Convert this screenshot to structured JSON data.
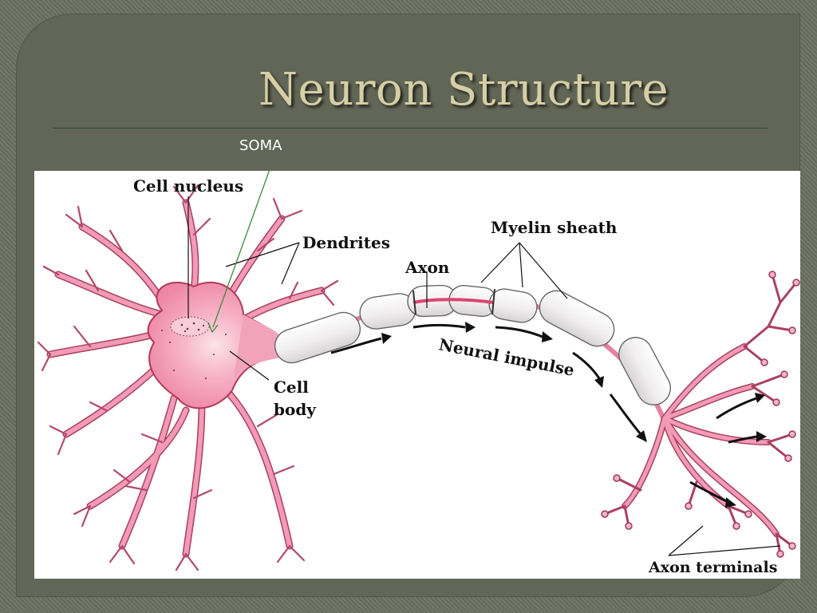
{
  "slide": {
    "title": "Neuron Structure",
    "soma_label": "SOMA"
  },
  "diagram": {
    "labels": {
      "cell_nucleus": "Cell nucleus",
      "dendrites": "Dendrites",
      "axon": "Axon",
      "myelin_sheath": "Myelin sheath",
      "neural_impulse": "Neural impulse",
      "cell": "Cell",
      "body": "body",
      "axon_terminals": "Axon terminals"
    }
  },
  "colors": {
    "background": "#6c705f",
    "frame": "#626656",
    "title": "#d6cfa5",
    "cell_pink": "#f29ab6",
    "membrane": "#b03a5a"
  },
  "icons": [
    "neural-impulse-arrow-icon",
    "soma-pointer-arrow-icon"
  ]
}
